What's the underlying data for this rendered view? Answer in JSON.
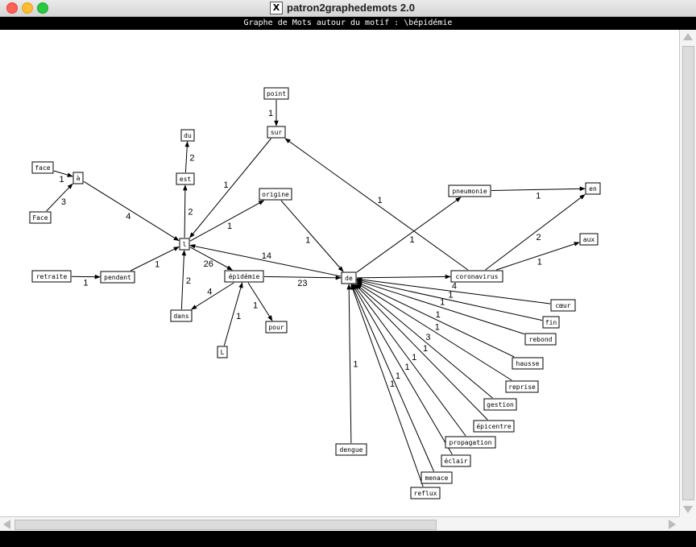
{
  "window": {
    "title": "patron2graphedemots 2.0",
    "header": "Graphe de Mots autour du motif : \\bépidémie"
  },
  "graph": {
    "nodes": [
      {
        "id": "face1",
        "label": "face"
      },
      {
        "id": "a",
        "label": "à"
      },
      {
        "id": "Face",
        "label": "Face"
      },
      {
        "id": "du",
        "label": "du"
      },
      {
        "id": "est",
        "label": "est"
      },
      {
        "id": "point",
        "label": "point"
      },
      {
        "id": "sur",
        "label": "sur"
      },
      {
        "id": "l",
        "label": "l"
      },
      {
        "id": "origine",
        "label": "origine"
      },
      {
        "id": "retraite",
        "label": "retraite"
      },
      {
        "id": "pendant",
        "label": "pendant"
      },
      {
        "id": "epidemie",
        "label": "épidémie"
      },
      {
        "id": "dans",
        "label": "dans"
      },
      {
        "id": "L",
        "label": "L"
      },
      {
        "id": "pour",
        "label": "pour"
      },
      {
        "id": "de",
        "label": "de"
      },
      {
        "id": "pneumonie",
        "label": "pneumonie"
      },
      {
        "id": "en",
        "label": "en"
      },
      {
        "id": "aux",
        "label": "aux"
      },
      {
        "id": "coronavirus",
        "label": "coronavirus"
      },
      {
        "id": "coeur",
        "label": "cœur"
      },
      {
        "id": "fin",
        "label": "fin"
      },
      {
        "id": "rebond",
        "label": "rebond"
      },
      {
        "id": "hausse",
        "label": "hausse"
      },
      {
        "id": "reprise",
        "label": "reprise"
      },
      {
        "id": "gestion",
        "label": "gestion"
      },
      {
        "id": "epicentre",
        "label": "épicentre"
      },
      {
        "id": "propagation",
        "label": "propagation"
      },
      {
        "id": "eclair",
        "label": "éclair"
      },
      {
        "id": "menace",
        "label": "menace"
      },
      {
        "id": "reflux",
        "label": "reflux"
      },
      {
        "id": "dengue",
        "label": "dengue"
      }
    ],
    "edges": [
      {
        "from": "face1",
        "to": "a",
        "weight": "1"
      },
      {
        "from": "Face",
        "to": "a",
        "weight": "3"
      },
      {
        "from": "a",
        "to": "l",
        "weight": "4"
      },
      {
        "from": "est",
        "to": "du",
        "weight": "2"
      },
      {
        "from": "l",
        "to": "est",
        "weight": "2"
      },
      {
        "from": "point",
        "to": "sur",
        "weight": "1"
      },
      {
        "from": "sur",
        "to": "l",
        "weight": "1"
      },
      {
        "from": "l",
        "to": "origine",
        "weight": "1"
      },
      {
        "from": "retraite",
        "to": "pendant",
        "weight": "1"
      },
      {
        "from": "pendant",
        "to": "l",
        "weight": "1"
      },
      {
        "from": "l",
        "to": "epidemie",
        "weight": "26"
      },
      {
        "from": "de",
        "to": "l",
        "weight": "14"
      },
      {
        "from": "epidemie",
        "to": "de",
        "weight": "23"
      },
      {
        "from": "dans",
        "to": "l",
        "weight": "2"
      },
      {
        "from": "epidemie",
        "to": "dans",
        "weight": "4"
      },
      {
        "from": "L",
        "to": "epidemie",
        "weight": "1"
      },
      {
        "from": "epidemie",
        "to": "pour",
        "weight": "1"
      },
      {
        "from": "origine",
        "to": "de",
        "weight": "1"
      },
      {
        "from": "coronavirus",
        "to": "sur",
        "weight": "1"
      },
      {
        "from": "de",
        "to": "pneumonie",
        "weight": "1"
      },
      {
        "from": "pneumonie",
        "to": "en",
        "weight": "1"
      },
      {
        "from": "coronavirus",
        "to": "en",
        "weight": "2"
      },
      {
        "from": "coronavirus",
        "to": "aux",
        "weight": "1"
      },
      {
        "from": "de",
        "to": "coronavirus",
        "weight": ""
      },
      {
        "from": "coeur",
        "to": "de",
        "weight": "4"
      },
      {
        "from": "fin",
        "to": "de",
        "weight": "1"
      },
      {
        "from": "rebond",
        "to": "de",
        "weight": "1"
      },
      {
        "from": "hausse",
        "to": "de",
        "weight": "1"
      },
      {
        "from": "reprise",
        "to": "de",
        "weight": "1"
      },
      {
        "from": "gestion",
        "to": "de",
        "weight": "3"
      },
      {
        "from": "epicentre",
        "to": "de",
        "weight": "1"
      },
      {
        "from": "propagation",
        "to": "de",
        "weight": "1"
      },
      {
        "from": "eclair",
        "to": "de",
        "weight": "1"
      },
      {
        "from": "menace",
        "to": "de",
        "weight": "1"
      },
      {
        "from": "reflux",
        "to": "de",
        "weight": "1"
      },
      {
        "from": "dengue",
        "to": "de",
        "weight": "1"
      }
    ]
  }
}
